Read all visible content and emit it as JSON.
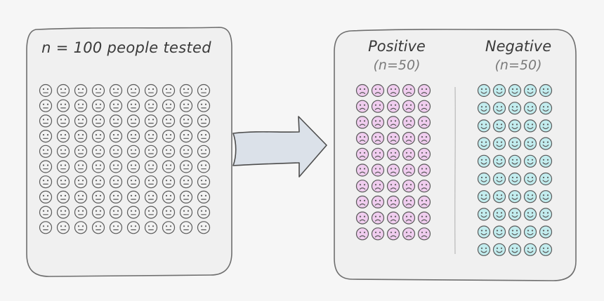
{
  "tested_panel": {
    "title": "n = 100 people tested",
    "count": 100,
    "face": "neutral-face-icon",
    "face_fill": "#f2f2f2"
  },
  "results_panel": {
    "positive": {
      "label": "Positive",
      "count_label": "(n=50)",
      "count": 50,
      "face": "sad-face-icon",
      "face_fill": "#f0cdef"
    },
    "negative": {
      "label": "Negative",
      "count_label": "(n=50)",
      "count": 50,
      "face": "smiley-face-icon",
      "face_fill": "#c2ecee"
    }
  },
  "arrow": {
    "icon": "right-arrow-icon",
    "fill": "#dbe1e9"
  },
  "colors": {
    "panel_fill": "#f0f0f0",
    "panel_stroke": "#6e6e6e",
    "face_stroke": "#5a5a5a"
  }
}
